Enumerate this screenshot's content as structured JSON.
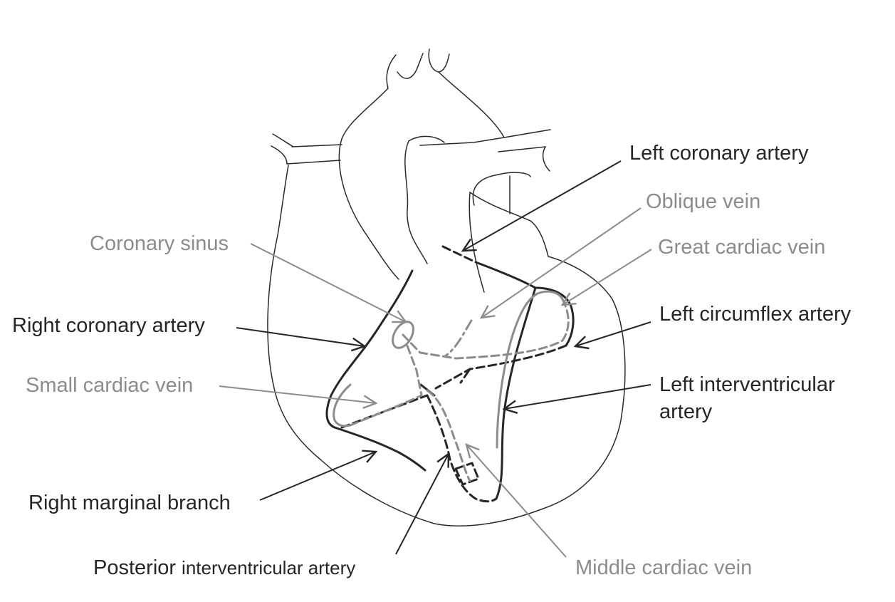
{
  "colors": {
    "artery": "#262626",
    "vein": "#8c8c8c",
    "outline": "#2a2a2a"
  },
  "labels": {
    "left_coronary_artery": "Left coronary artery",
    "oblique_vein": "Oblique vein",
    "great_cardiac_vein": "Great cardiac vein",
    "coronary_sinus": "Coronary sinus",
    "right_coronary_artery": "Right coronary artery",
    "left_circumflex_artery": "Left circumflex artery",
    "small_cardiac_vein": "Small cardiac vein",
    "left_interventricular_artery_line1": "Left interventricular",
    "left_interventricular_artery_line2": "artery",
    "right_marginal_branch": "Right marginal branch",
    "posterior_interventricular_artery_part1": "Posterior",
    "posterior_interventricular_artery_part2": "interventricular artery",
    "middle_cardiac_vein": "Middle cardiac vein"
  }
}
